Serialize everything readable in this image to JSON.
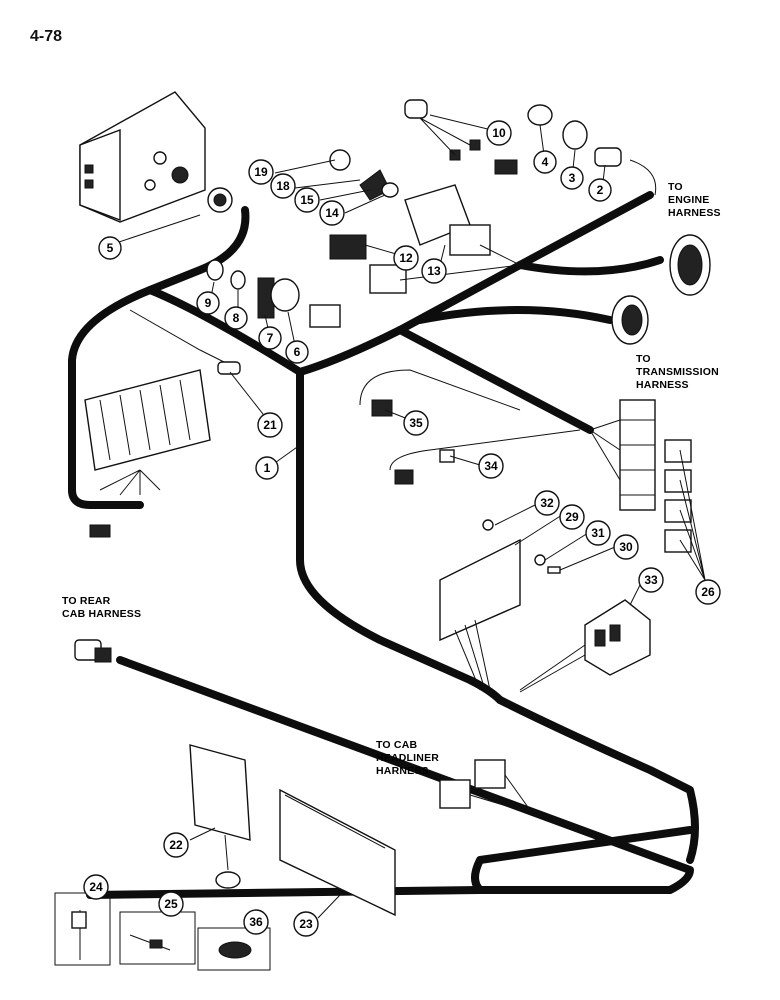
{
  "page_number": "4-78",
  "destinations": {
    "engine": [
      "TO",
      "ENGINE",
      "HARNESS"
    ],
    "transmission": [
      "TO",
      "TRANSMISSION",
      "HARNESS"
    ],
    "rear_cab": [
      "TO REAR",
      "CAB HARNESS"
    ],
    "headliner": [
      "TO CAB",
      "HEADLINER",
      "HARNESS"
    ]
  },
  "callouts": {
    "c1": "1",
    "c2": "2",
    "c3": "3",
    "c4": "4",
    "c5": "5",
    "c6": "6",
    "c7": "7",
    "c8": "8",
    "c9": "9",
    "c10": "10",
    "c12": "12",
    "c13": "13",
    "c14": "14",
    "c15": "15",
    "c18": "18",
    "c19": "19",
    "c21": "21",
    "c22": "22",
    "c23": "23",
    "c24": "24",
    "c25": "25",
    "c26": "26",
    "c29": "29",
    "c30": "30",
    "c31": "31",
    "c32": "32",
    "c33": "33",
    "c34": "34",
    "c35": "35",
    "c36": "36"
  }
}
